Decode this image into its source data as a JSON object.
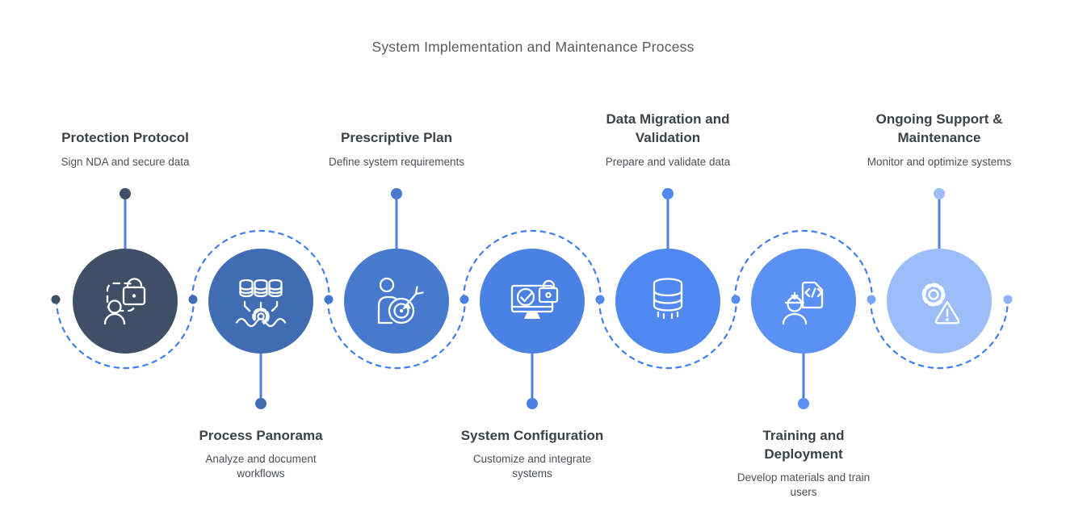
{
  "title": "System Implementation and Maintenance Process",
  "diagram": {
    "dash_color": "#3f7ef2",
    "connector_color": "#4a82dd",
    "icon_stroke": "#ffffff"
  },
  "steps": [
    {
      "title": "Protection Protocol",
      "subtitle": "Sign NDA and secure data",
      "label_position": "top",
      "color": "#3e4f66",
      "icon": "identity-lock-icon"
    },
    {
      "title": "Process Panorama",
      "subtitle": "Analyze and document workflows",
      "label_position": "bottom",
      "color": "#3f6cb3",
      "icon": "databases-gear-wave-icon"
    },
    {
      "title": "Prescriptive Plan",
      "subtitle": "Define system requirements",
      "label_position": "top",
      "color": "#4779cf",
      "icon": "person-target-dart-icon"
    },
    {
      "title": "System Configuration",
      "subtitle": "Customize and integrate systems",
      "label_position": "bottom",
      "color": "#4a81e2",
      "icon": "monitor-check-lock-icon"
    },
    {
      "title": "Data Migration and Validation",
      "subtitle": "Prepare and validate data",
      "label_position": "top",
      "color": "#4f88ef",
      "icon": "database-cylinder-icon"
    },
    {
      "title": "Training and Deployment",
      "subtitle": "Develop materials and train users",
      "label_position": "bottom",
      "color": "#5b91f3",
      "icon": "engineer-code-doc-icon"
    },
    {
      "title": "Ongoing Support & Maintenance",
      "subtitle": "Monitor and optimize systems",
      "label_position": "top",
      "color": "#9dbdf9",
      "icon": "gear-warning-icon"
    }
  ],
  "end_dots": {
    "left": "#3e4f66",
    "right": "#8fb5f9"
  },
  "mid_dot_colors": [
    "#3d6bb2",
    "#4377cc",
    "#4a80e0",
    "#4f87ee",
    "#568df2",
    "#79a5f6"
  ]
}
